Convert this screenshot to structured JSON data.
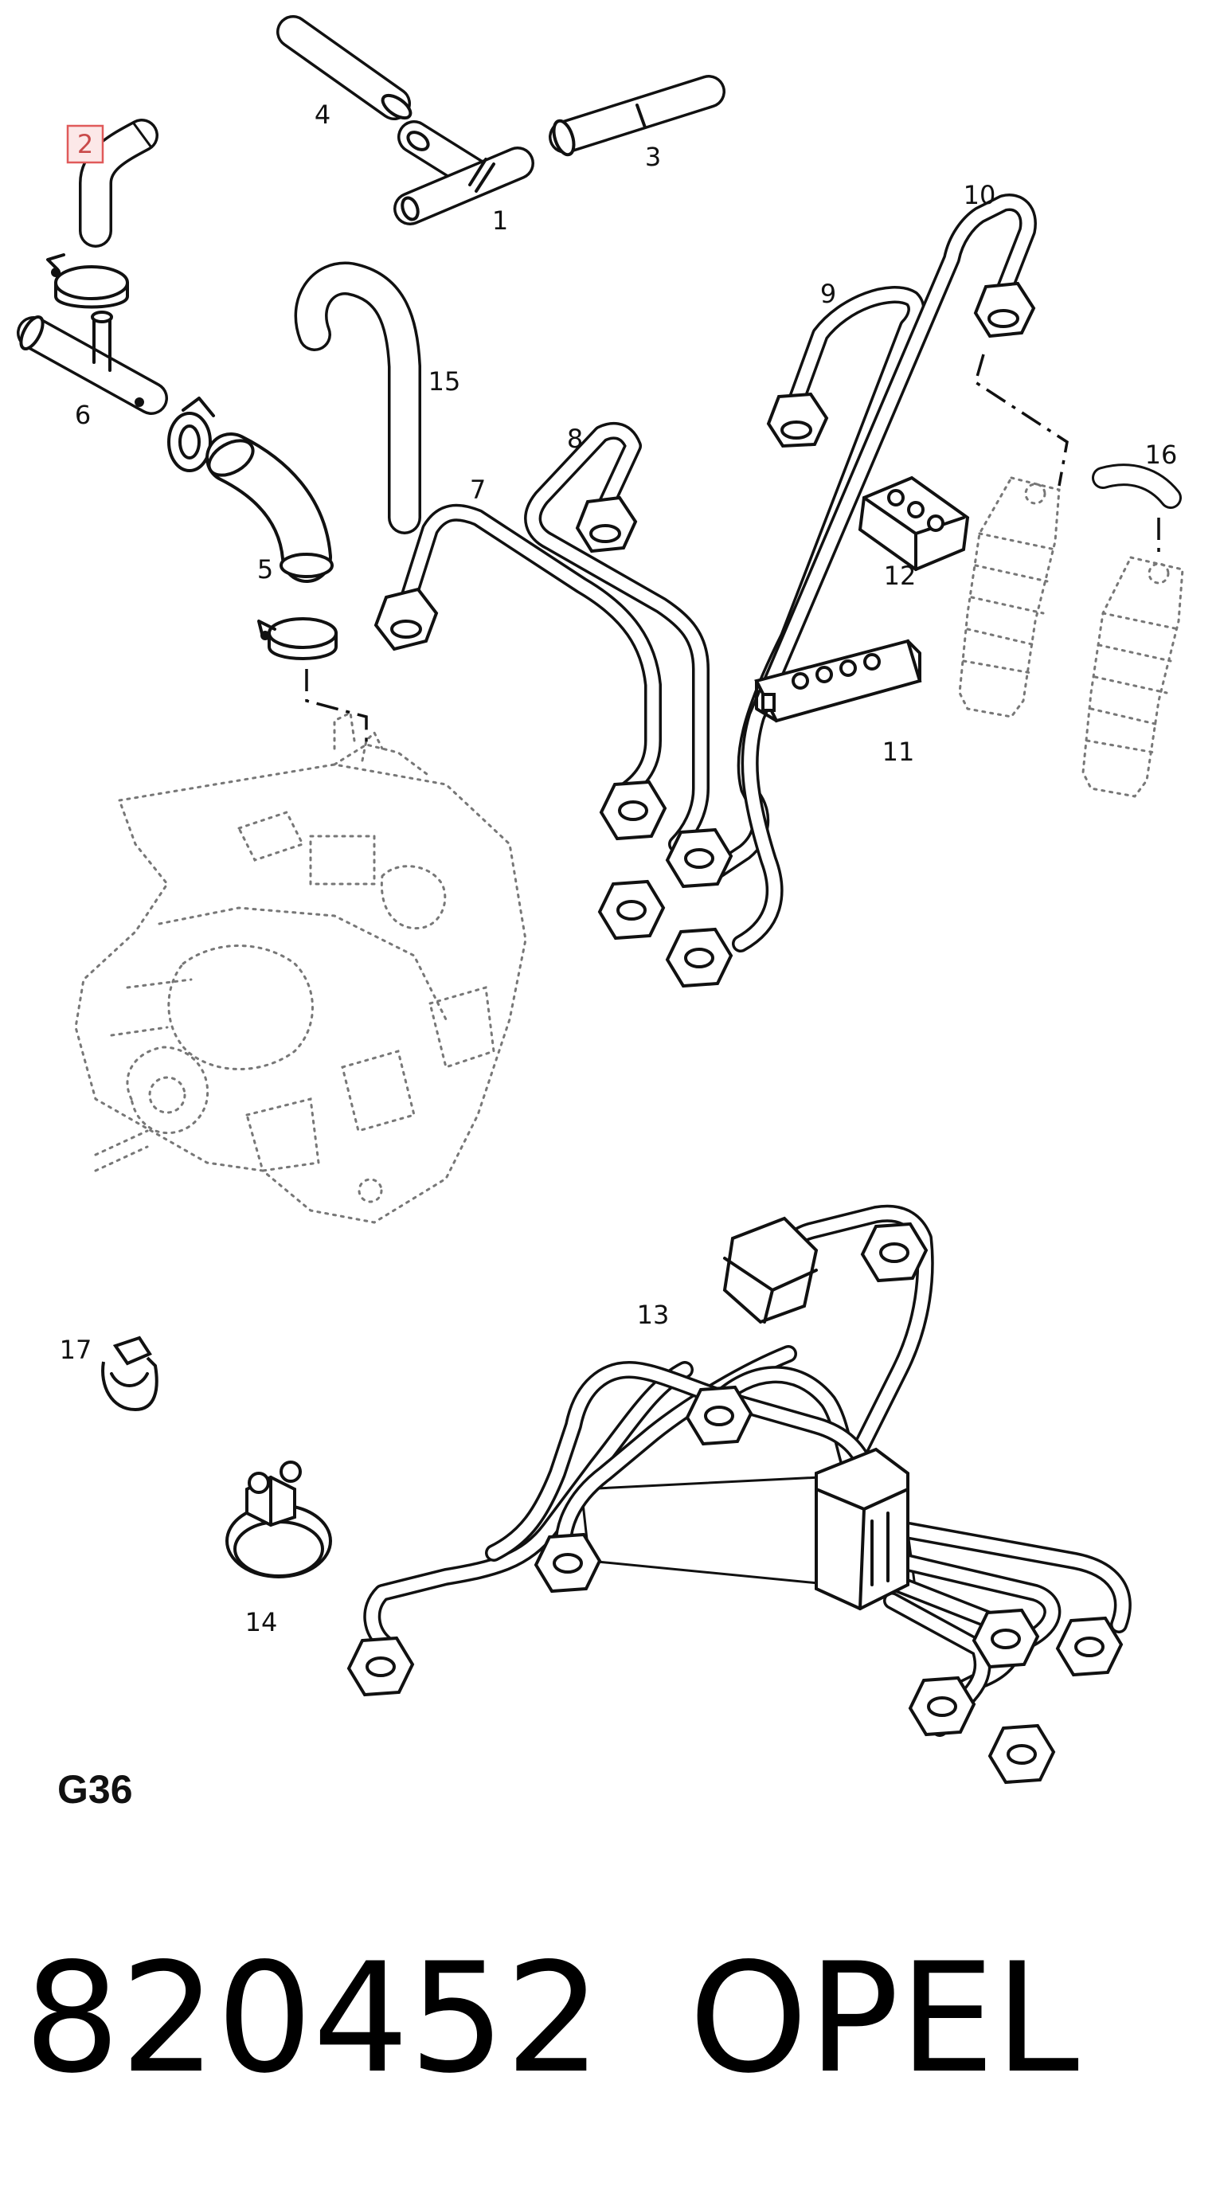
{
  "diagram": {
    "figure_code": "G36",
    "part_number": "820452",
    "brand": "OPEL",
    "highlighted_callout": "2",
    "colors": {
      "ink": "#111111",
      "highlight": "#e05a5a",
      "highlight_fill": "#fce8e8",
      "ghost": "#777777"
    },
    "callouts": [
      {
        "id": "c1",
        "label": "1"
      },
      {
        "id": "c2",
        "label": "2"
      },
      {
        "id": "c3",
        "label": "3"
      },
      {
        "id": "c4",
        "label": "4"
      },
      {
        "id": "c5",
        "label": "5"
      },
      {
        "id": "c6",
        "label": "6"
      },
      {
        "id": "c7",
        "label": "7"
      },
      {
        "id": "c8",
        "label": "8"
      },
      {
        "id": "c9",
        "label": "9"
      },
      {
        "id": "c10",
        "label": "10"
      },
      {
        "id": "c11",
        "label": "11"
      },
      {
        "id": "c12",
        "label": "12"
      },
      {
        "id": "c13",
        "label": "13"
      },
      {
        "id": "c14",
        "label": "14"
      },
      {
        "id": "c15",
        "label": "15"
      },
      {
        "id": "c16",
        "label": "16"
      },
      {
        "id": "c17",
        "label": "17"
      }
    ]
  }
}
